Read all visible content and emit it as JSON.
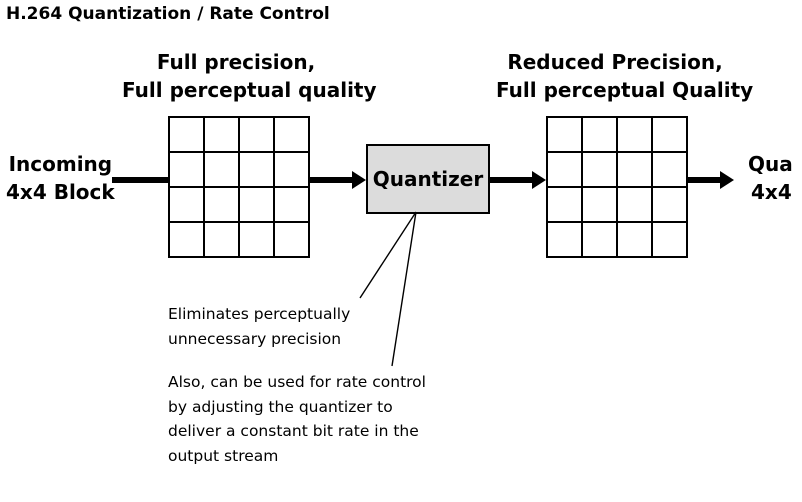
{
  "title": "H.264 Quantization / Rate Control",
  "input_label": [
    "Incoming",
    "4x4 Block"
  ],
  "input_grid_caption": [
    "Full precision,",
    "Full perceptual quality"
  ],
  "quantizer_label": "Quantizer",
  "output_grid_caption": [
    "Reduced Precision,",
    "Full perceptual Quality"
  ],
  "output_label": [
    "Qua",
    "4x4"
  ],
  "grid_size": {
    "rows": 4,
    "cols": 4
  },
  "note_1": [
    "Eliminates perceptually",
    "unnecessary precision"
  ],
  "note_2": [
    "Also, can be used for rate control",
    "by adjusting the quantizer to",
    "deliver a constant bit rate in the",
    "output stream"
  ],
  "colors": {
    "quantizer_fill": "#dcdcdc",
    "lines": "#000000",
    "background": "#ffffff"
  }
}
